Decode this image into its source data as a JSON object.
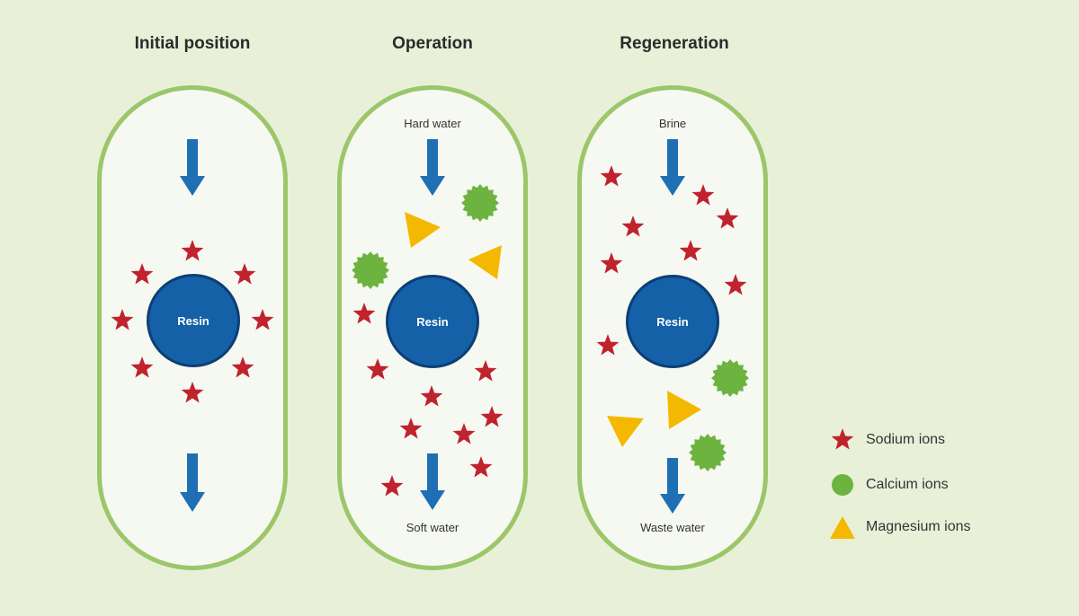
{
  "columns": [
    {
      "title": "Initial position",
      "top_label": "",
      "bottom_label": "",
      "resin_label": "Resin"
    },
    {
      "title": "Operation",
      "top_label": "Hard water",
      "bottom_label": "Soft water",
      "resin_label": "Resin"
    },
    {
      "title": "Regeneration",
      "top_label": "Brine",
      "bottom_label": "Waste water",
      "resin_label": "Resin"
    }
  ],
  "legend": {
    "sodium": "Sodium ions",
    "calcium": "Calcium ions",
    "magnesium": "Magnesium ions"
  },
  "colors": {
    "sodium": "#c0222e",
    "calcium": "#6db33f",
    "magnesium": "#f5b800",
    "arrow": "#1f6fb4",
    "resin": "#1461a8",
    "vessel_border": "#9cc66a"
  },
  "icons": {
    "sodium": "star-icon",
    "calcium": "spiky-circle-icon",
    "magnesium": "triangle-icon",
    "flow": "arrow-down-icon"
  }
}
